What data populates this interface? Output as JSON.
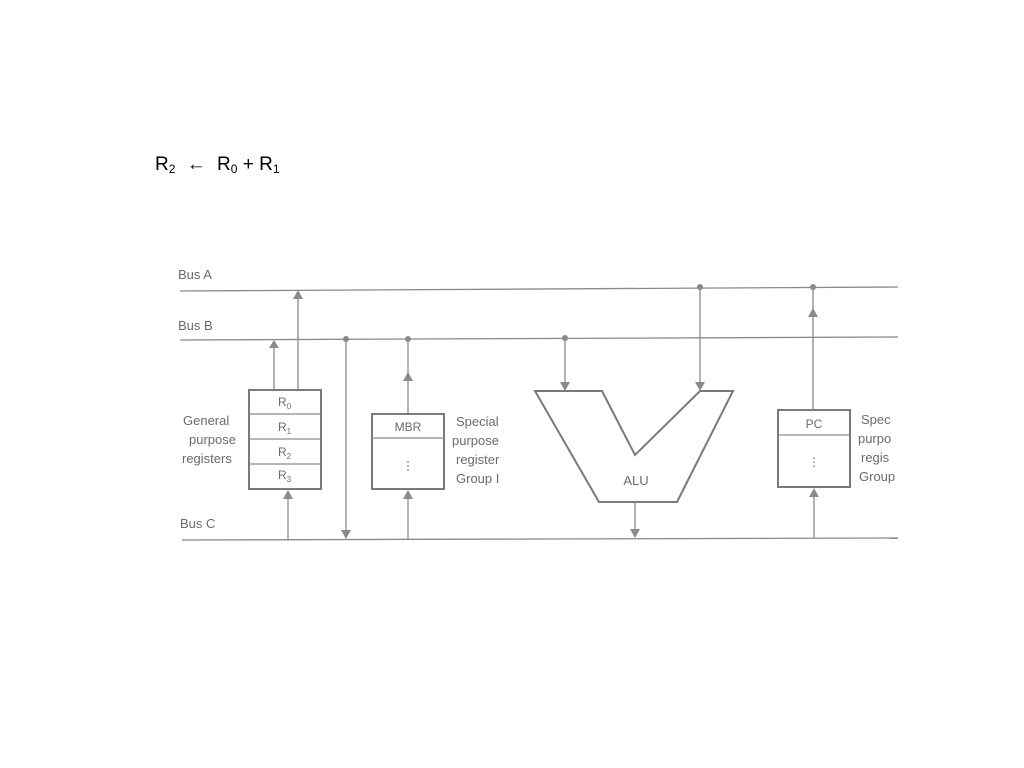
{
  "formula": {
    "dest": "R",
    "dest_sub": "2",
    "arrow": "←",
    "src1": "R",
    "src1_sub": "0",
    "plus": "+",
    "src2": "R",
    "src2_sub": "1"
  },
  "buses": {
    "a": "Bus A",
    "b": "Bus B",
    "c": "Bus C"
  },
  "general_registers": {
    "label_lines": [
      "General",
      "purpose",
      "registers"
    ],
    "cells": [
      {
        "name": "R",
        "sub": "0"
      },
      {
        "name": "R",
        "sub": "1"
      },
      {
        "name": "R",
        "sub": "2"
      },
      {
        "name": "R",
        "sub": "3"
      }
    ]
  },
  "special_group1": {
    "top_cell": "MBR",
    "dots": "⋮",
    "label_lines": [
      "Special",
      "purpose",
      "register",
      "Group I"
    ]
  },
  "alu": {
    "label": "ALU"
  },
  "special_group2": {
    "top_cell": "PC",
    "dots": "⋮",
    "label_lines": [
      "Spec",
      "purpo",
      "regis",
      "Group"
    ]
  }
}
